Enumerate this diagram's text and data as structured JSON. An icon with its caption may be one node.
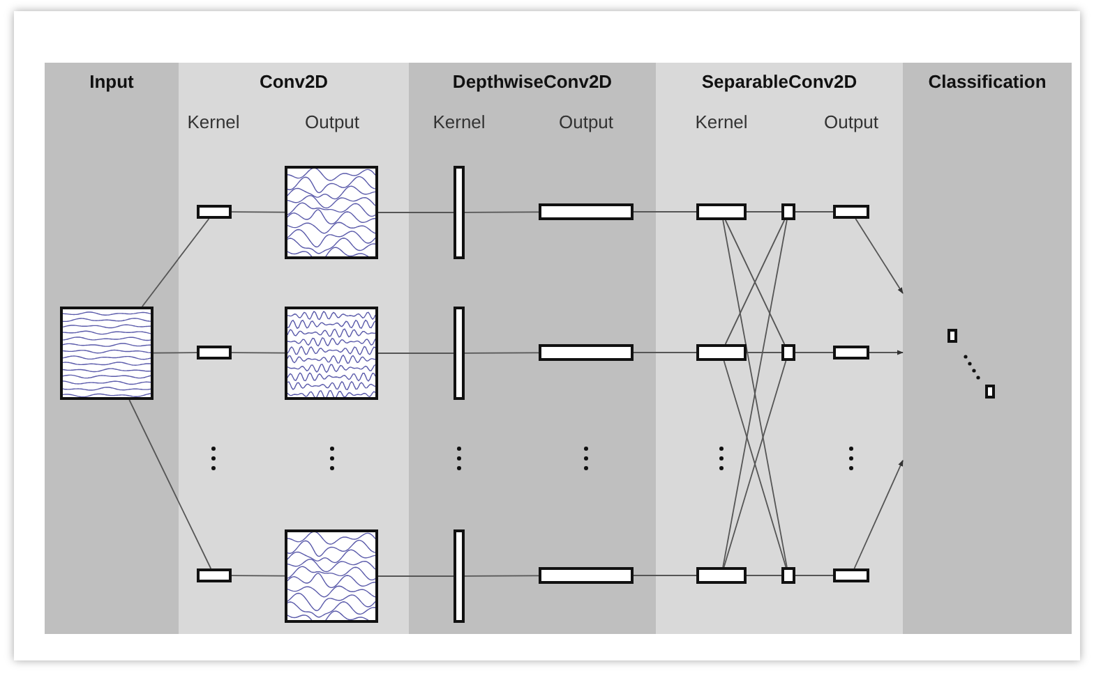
{
  "diagram": {
    "nodes": [
      {
        "text": [
          "Input"
        ]
      },
      {
        "text": [],
        "shape": "picture",
        "in": 0
      },
      {
        "text": [
          "Conv2D",
          "Kernel",
          "Output"
        ]
      },
      {
        "text": [],
        "shape": "box",
        "in": 2
      },
      {
        "text": [],
        "shape": "box",
        "in": 2
      },
      {
        "text": [],
        "shape": "box",
        "in": 2
      },
      {
        "text": [],
        "shape": "picture",
        "in": 2
      },
      {
        "text": [],
        "shape": "picture",
        "in": 2
      },
      {
        "text": [],
        "shape": "picture",
        "in": 2
      },
      {
        "text": [
          "DepthwiseConv2D",
          "Kernel",
          "Output"
        ]
      },
      {
        "text": [],
        "shape": "bar",
        "in": 9
      },
      {
        "text": [],
        "shape": "bar",
        "in": 9
      },
      {
        "text": [],
        "shape": "bar",
        "in": 9
      },
      {
        "text": [],
        "shape": "box",
        "in": 9
      },
      {
        "text": [],
        "shape": "box",
        "in": 9
      },
      {
        "text": [],
        "shape": "box",
        "in": 9
      },
      {
        "text": [
          "SeparableConv2D",
          "Kernel",
          "Output"
        ]
      },
      {
        "text": [],
        "shape": "box",
        "in": 16
      },
      {
        "text": [],
        "shape": "box",
        "in": 16
      },
      {
        "text": [],
        "shape": "box",
        "in": 16
      },
      {
        "text": [],
        "shape": "box",
        "in": 16
      },
      {
        "text": [],
        "shape": "box",
        "in": 16
      },
      {
        "text": [],
        "shape": "box",
        "in": 16
      },
      {
        "text": [],
        "shape": "box",
        "in": 16
      },
      {
        "text": [],
        "shape": "box",
        "in": 16
      },
      {
        "text": [],
        "shape": "box",
        "in": 16
      },
      {
        "text": [
          "Classification"
        ]
      },
      {
        "text": [],
        "shape": "box",
        "in": 26
      },
      {
        "text": [],
        "shape": "box",
        "in": 26
      }
    ],
    "edges": [
      {
        "from": 1,
        "to": 3,
        "arrow": "none"
      },
      {
        "from": 1,
        "to": 4,
        "arrow": "none"
      },
      {
        "from": 1,
        "to": 5,
        "arrow": "none"
      },
      {
        "from": 3,
        "to": 6,
        "arrow": "none"
      },
      {
        "from": 4,
        "to": 7,
        "arrow": "none"
      },
      {
        "from": 5,
        "to": 8,
        "arrow": "none"
      },
      {
        "from": 6,
        "to": 10,
        "arrow": "none"
      },
      {
        "from": 7,
        "to": 11,
        "arrow": "none"
      },
      {
        "from": 8,
        "to": 12,
        "arrow": "none"
      },
      {
        "from": 10,
        "to": 13,
        "arrow": "none"
      },
      {
        "from": 11,
        "to": 14,
        "arrow": "none"
      },
      {
        "from": 12,
        "to": 15,
        "arrow": "none"
      },
      {
        "from": 13,
        "to": 17,
        "arrow": "none"
      },
      {
        "from": 14,
        "to": 18,
        "arrow": "none"
      },
      {
        "from": 15,
        "to": 19,
        "arrow": "none"
      },
      {
        "from": 17,
        "to": 20,
        "arrow": "none"
      },
      {
        "from": 17,
        "to": 21,
        "arrow": "none"
      },
      {
        "from": 17,
        "to": 22,
        "arrow": "none"
      },
      {
        "from": 18,
        "to": 20,
        "arrow": "none"
      },
      {
        "from": 18,
        "to": 21,
        "arrow": "none"
      },
      {
        "from": 18,
        "to": 22,
        "arrow": "none"
      },
      {
        "from": 19,
        "to": 20,
        "arrow": "none"
      },
      {
        "from": 19,
        "to": 21,
        "arrow": "none"
      },
      {
        "from": 19,
        "to": 22,
        "arrow": "none"
      },
      {
        "from": 20,
        "to": 23,
        "arrow": "none"
      },
      {
        "from": 21,
        "to": 24,
        "arrow": "none"
      },
      {
        "from": 22,
        "to": 25,
        "arrow": "none"
      },
      {
        "from": 23,
        "to": 26,
        "arrow": "to"
      },
      {
        "from": 24,
        "to": 26,
        "arrow": "to"
      },
      {
        "from": 25,
        "to": 26,
        "arrow": "to"
      }
    ]
  }
}
